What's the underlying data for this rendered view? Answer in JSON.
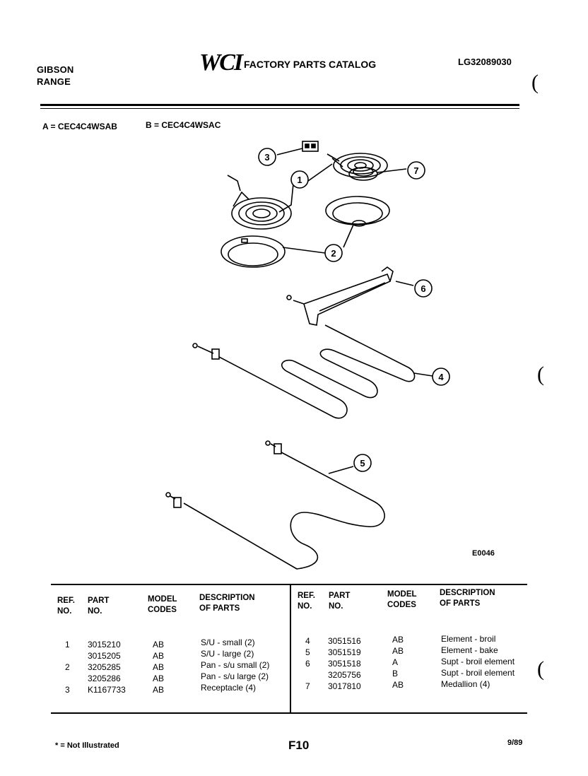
{
  "header": {
    "brand_line1": "GIBSON",
    "brand_line2": "RANGE",
    "logo_text": "WCI",
    "catalog_title": "FACTORY PARTS CATALOG",
    "catalog_number": "LG32089030"
  },
  "models": {
    "a": "A = CEC4C4WSAB",
    "b": "B = CEC4C4WSAC"
  },
  "diagram": {
    "code": "E0046",
    "callouts": [
      "1",
      "2",
      "3",
      "4",
      "5",
      "6",
      "7"
    ]
  },
  "table": {
    "headers": {
      "ref_l1": "REF.",
      "ref_l2": "NO.",
      "part_l1": "PART",
      "part_l2": "NO.",
      "model_l1": "MODEL",
      "model_l2": "CODES",
      "desc_l1": "DESCRIPTION",
      "desc_l2": "OF PARTS"
    },
    "left_rows": [
      {
        "ref": "1",
        "part": "3015210",
        "model": "AB",
        "desc": "S/U - small (2)"
      },
      {
        "ref": "",
        "part": "3015205",
        "model": "AB",
        "desc": "S/U - large (2)"
      },
      {
        "ref": "2",
        "part": "3205285",
        "model": "AB",
        "desc": "Pan - s/u small (2)"
      },
      {
        "ref": "",
        "part": "3205286",
        "model": "AB",
        "desc": "Pan - s/u large (2)"
      },
      {
        "ref": "3",
        "part": "K1167733",
        "model": "AB",
        "desc": "Receptacle (4)"
      }
    ],
    "right_rows": [
      {
        "ref": "4",
        "part": "3051516",
        "model": "AB",
        "desc": "Element - broil"
      },
      {
        "ref": "5",
        "part": "3051519",
        "model": "AB",
        "desc": "Element - bake"
      },
      {
        "ref": "6",
        "part": "3051518",
        "model": "A",
        "desc": "Supt - broil element"
      },
      {
        "ref": "",
        "part": "3205756",
        "model": "B",
        "desc": "Supt - broil element"
      },
      {
        "ref": "7",
        "part": "3017810",
        "model": "AB",
        "desc": "Medallion (4)"
      }
    ]
  },
  "footer": {
    "note": "* = Not Illustrated",
    "page": "F10",
    "date": "9/89"
  }
}
